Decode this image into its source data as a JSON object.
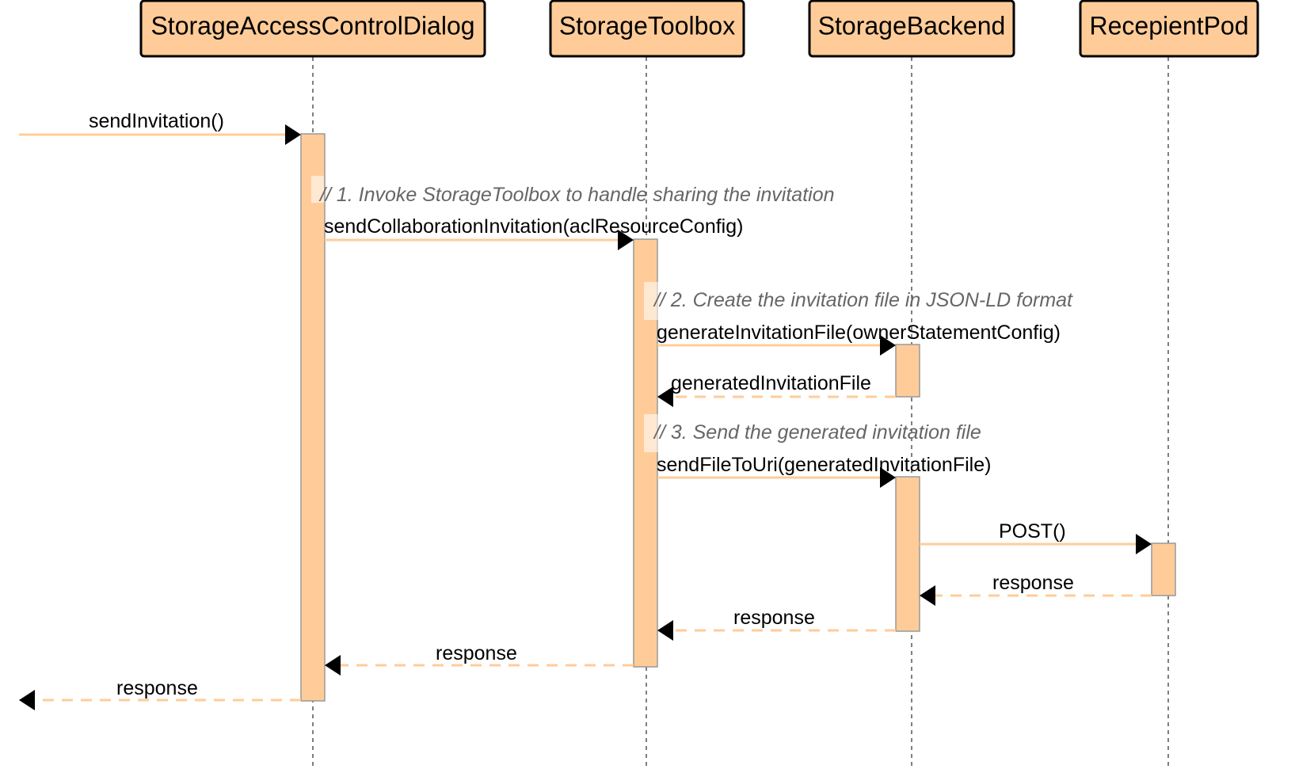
{
  "participants": [
    {
      "id": "dialog",
      "label": "StorageAccessControlDialog"
    },
    {
      "id": "toolbox",
      "label": "StorageToolbox"
    },
    {
      "id": "backend",
      "label": "StorageBackend"
    },
    {
      "id": "pod",
      "label": "RecepientPod"
    }
  ],
  "notes": [
    "// 1. Invoke StorageToolbox to handle sharing the invitation",
    "// 2. Create the invitation file in JSON-LD format",
    "// 3. Send the generated invitation file"
  ],
  "messages": [
    {
      "from": "external",
      "to": "dialog",
      "label": "sendInvitation()",
      "kind": "call"
    },
    {
      "from": "dialog",
      "to": "toolbox",
      "label": "sendCollaborationInvitation(aclResourceConfig)",
      "kind": "call"
    },
    {
      "from": "toolbox",
      "to": "backend",
      "label": "generateInvitationFile(ownerStatementConfig)",
      "kind": "call"
    },
    {
      "from": "backend",
      "to": "toolbox",
      "label": "generatedInvitationFile",
      "kind": "return"
    },
    {
      "from": "toolbox",
      "to": "backend",
      "label": "sendFileToUri(generatedInvitationFile)",
      "kind": "call"
    },
    {
      "from": "backend",
      "to": "pod",
      "label": "POST()",
      "kind": "call"
    },
    {
      "from": "pod",
      "to": "backend",
      "label": "response",
      "kind": "return"
    },
    {
      "from": "backend",
      "to": "toolbox",
      "label": "response",
      "kind": "return"
    },
    {
      "from": "toolbox",
      "to": "dialog",
      "label": "response",
      "kind": "return"
    },
    {
      "from": "dialog",
      "to": "external",
      "label": "response",
      "kind": "return"
    }
  ],
  "colors": {
    "participant_fill": "#ffcc99",
    "message_line": "#ffcc99",
    "note_text": "#666666"
  }
}
